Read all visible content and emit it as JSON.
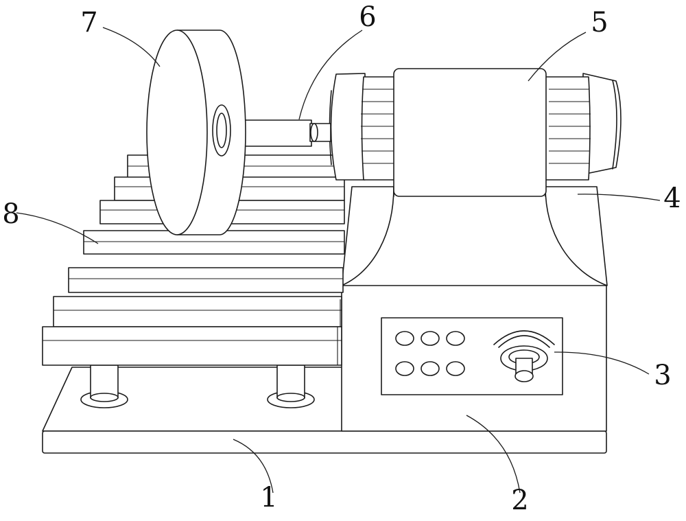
{
  "labels": {
    "base": "1",
    "housing": "2",
    "control_knob": "3",
    "motor_support": "4",
    "motor": "5",
    "shaft": "6",
    "grinding_wheel": "7",
    "stepped_rack": "8"
  },
  "colors": {
    "line": "#1a1a1a",
    "background": "#ffffff"
  }
}
